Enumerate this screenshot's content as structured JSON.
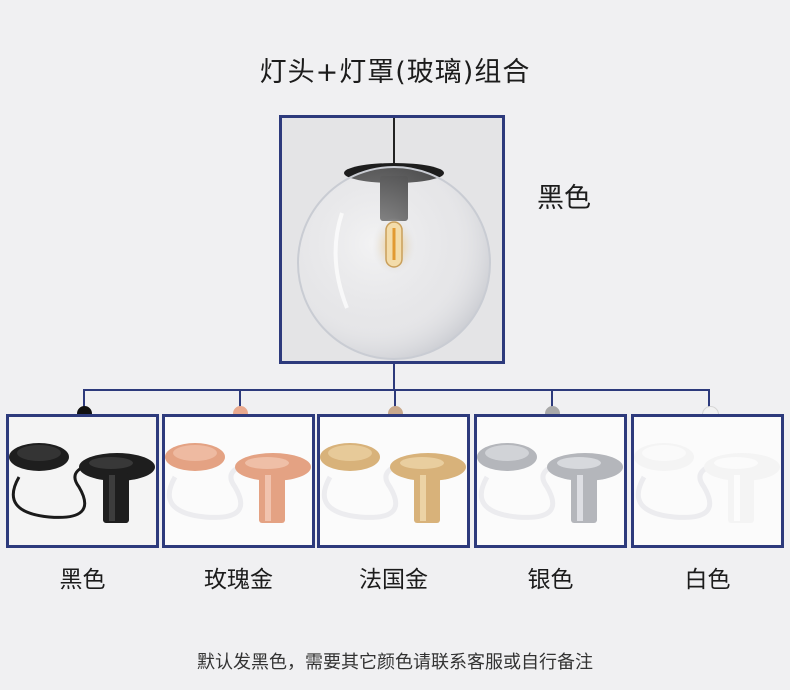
{
  "title": "灯头+灯罩(玻璃)组合",
  "main": {
    "label": "黑色",
    "image_icon": "glass-globe-pendant-lamp-photo"
  },
  "options": [
    {
      "label": "黑色",
      "color": "#111111",
      "finish": "#1e1e1e",
      "finish_hi": "#4a4a4a"
    },
    {
      "label": "玫瑰金",
      "color": "#e9a98e",
      "finish": "#e4a283",
      "finish_hi": "#f7d2c0"
    },
    {
      "label": "法国金",
      "color": "#c9a98c",
      "finish": "#d8b27a",
      "finish_hi": "#f5e1b8"
    },
    {
      "label": "银色",
      "color": "#a9a9a9",
      "finish": "#b4b6bb",
      "finish_hi": "#eef0f3"
    },
    {
      "label": "白色",
      "color": "#f2f2f2",
      "finish": "#f4f4f4",
      "finish_hi": "#ffffff"
    }
  ],
  "note": "默认发黑色，需要其它颜色请联系客服或自行备注"
}
